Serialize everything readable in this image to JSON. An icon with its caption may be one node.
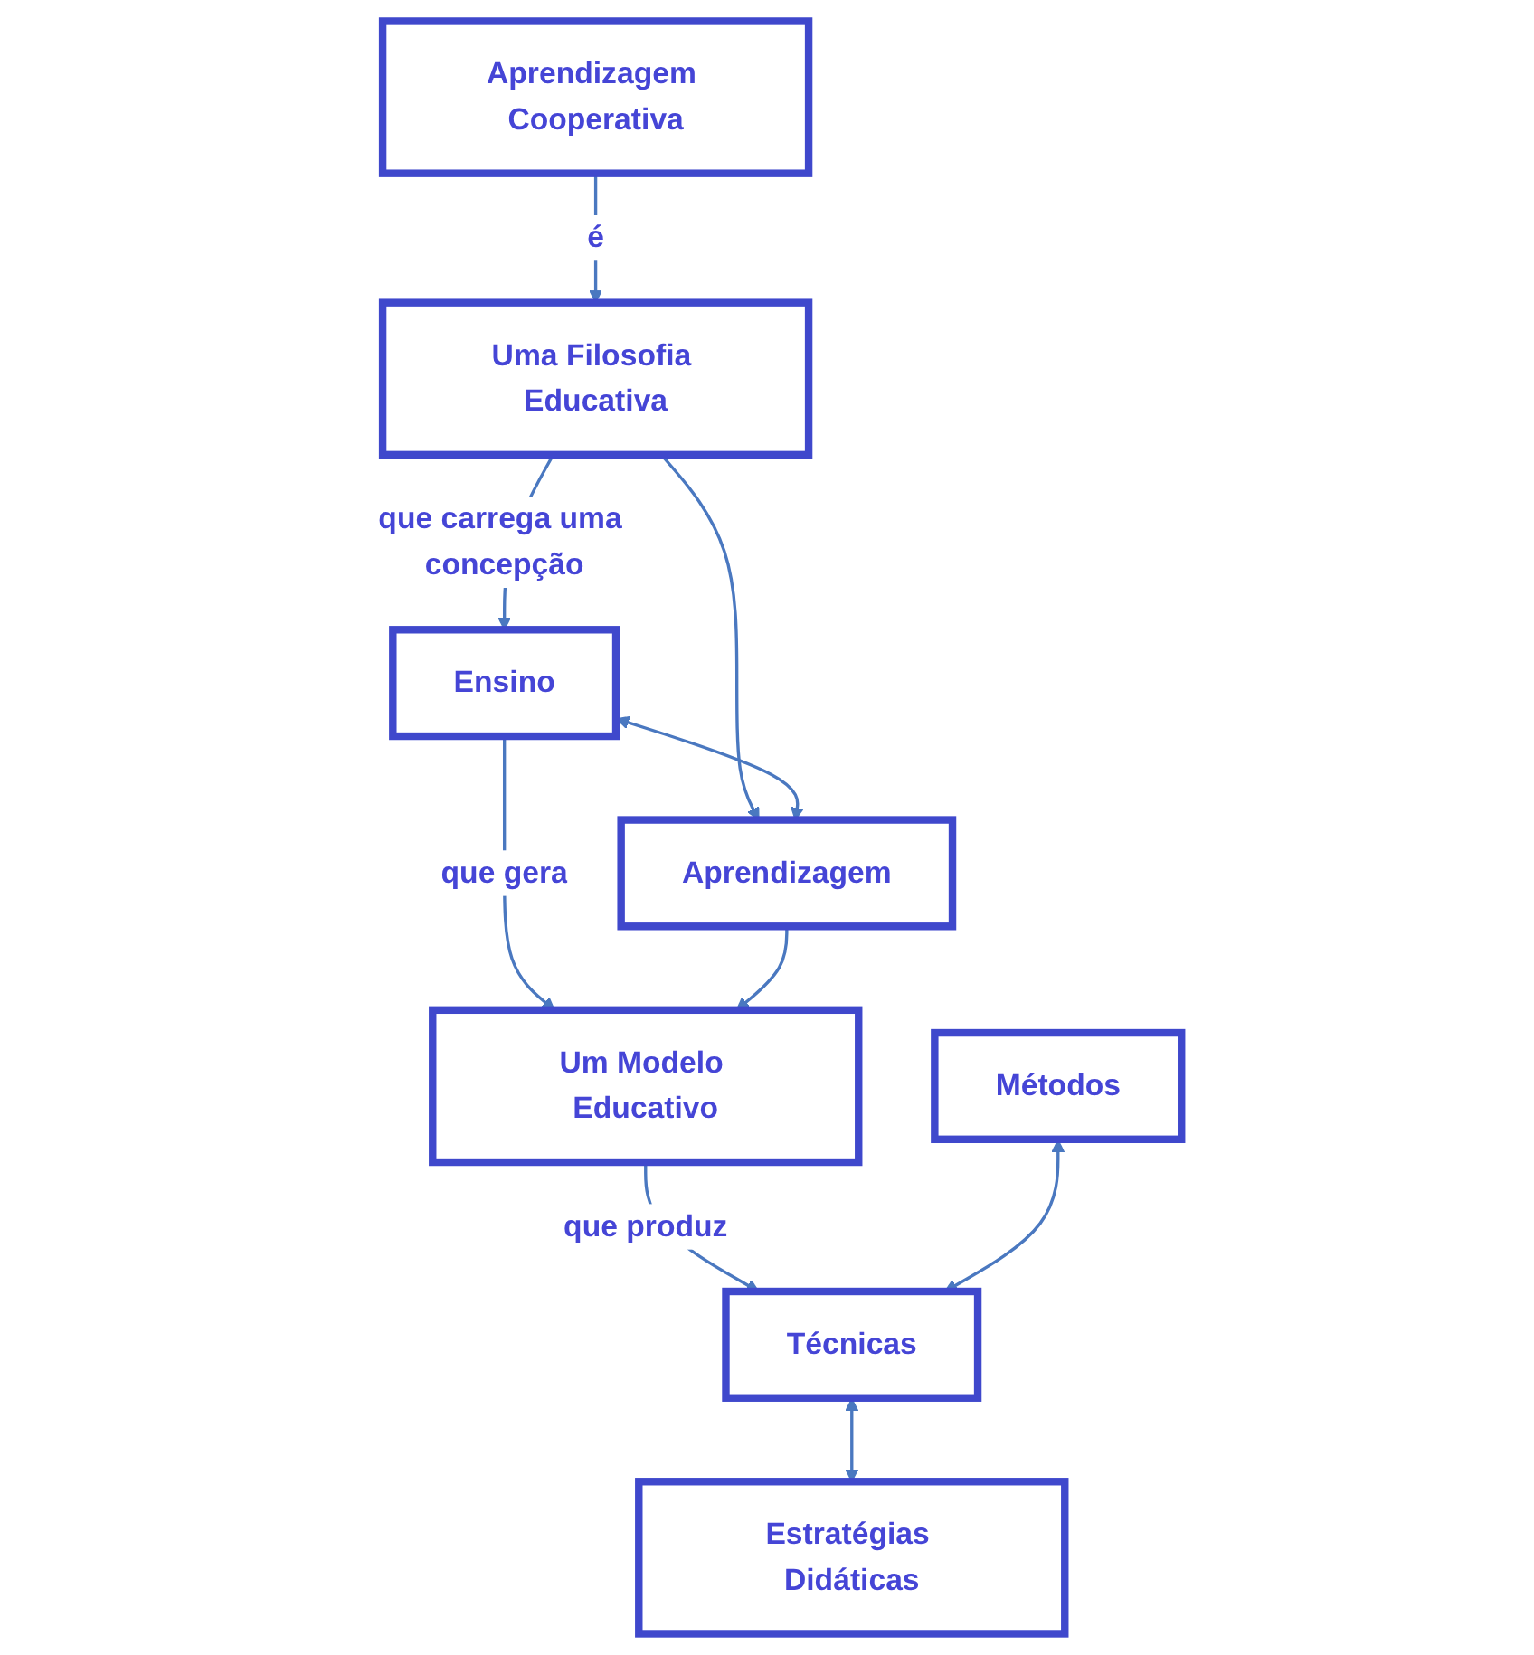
{
  "diagram": {
    "nodes": [
      {
        "text": [
          "Aprendizagem Cooperativa"
        ]
      },
      {
        "text": [
          "Uma Filosofia Educativa"
        ]
      },
      {
        "text": [
          "Ensino"
        ]
      },
      {
        "text": [
          "Aprendizagem"
        ]
      },
      {
        "text": [
          "Um Modelo Educativo"
        ]
      },
      {
        "text": [
          "Métodos"
        ]
      },
      {
        "text": [
          "Técnicas"
        ]
      },
      {
        "text": [
          "Estratégias Didáticas"
        ]
      }
    ],
    "edges": [
      {
        "from": 0,
        "to": 1,
        "arrow": "to",
        "label": "é"
      },
      {
        "from": 1,
        "to": 2,
        "arrow": "to",
        "label": "que carrega uma concepção"
      },
      {
        "from": 1,
        "to": 3,
        "arrow": "to"
      },
      {
        "from": 2,
        "to": 3,
        "arrow": "both"
      },
      {
        "from": 2,
        "to": 4,
        "arrow": "to",
        "label": "que gera"
      },
      {
        "from": 3,
        "to": 4,
        "arrow": "to"
      },
      {
        "from": 4,
        "to": 6,
        "arrow": "to",
        "label": "que produz"
      },
      {
        "from": 5,
        "to": 6,
        "arrow": "both"
      },
      {
        "from": 6,
        "to": 7,
        "arrow": "both"
      }
    ]
  }
}
